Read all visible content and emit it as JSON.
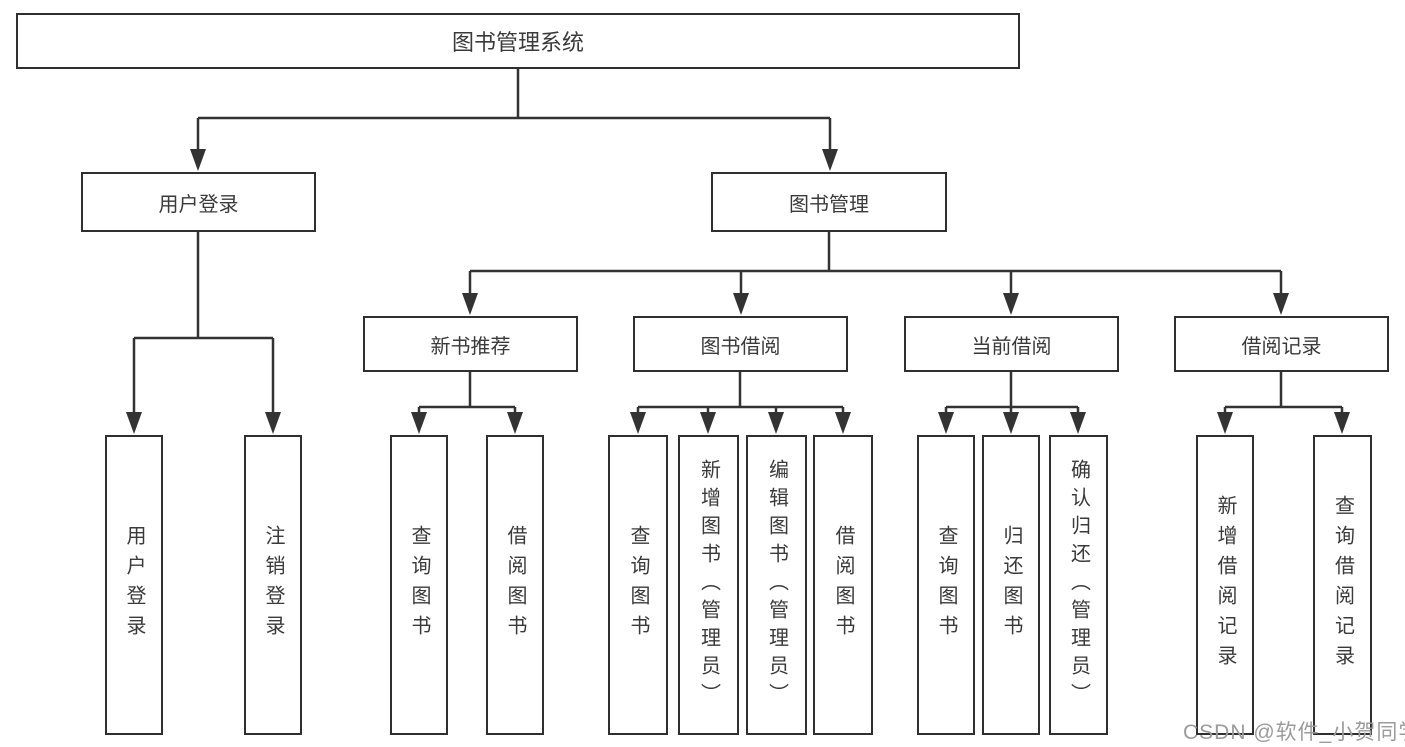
{
  "tree": {
    "root": {
      "label": "图书管理系统"
    },
    "branches": [
      {
        "label": "用户登录",
        "children": [
          {
            "label": "用户登录"
          },
          {
            "label": "注销登录"
          }
        ]
      },
      {
        "label": "图书管理",
        "children": [
          {
            "label": "新书推荐",
            "children": [
              {
                "label": "查询图书"
              },
              {
                "label": "借阅图书"
              }
            ]
          },
          {
            "label": "图书借阅",
            "children": [
              {
                "label": "查询图书"
              },
              {
                "label": "新增图书（管理员）"
              },
              {
                "label": "编辑图书（管理员）"
              },
              {
                "label": "借阅图书"
              }
            ]
          },
          {
            "label": "当前借阅",
            "children": [
              {
                "label": "查询图书"
              },
              {
                "label": "归还图书"
              },
              {
                "label": "确认归还（管理员）"
              }
            ]
          },
          {
            "label": "借阅记录",
            "children": [
              {
                "label": "新增借阅记录"
              },
              {
                "label": "查询借阅记录"
              }
            ]
          }
        ]
      }
    ]
  },
  "watermark": {
    "text": "CSDN @软件_小贺同学"
  },
  "colors": {
    "line": "#333333",
    "box_border": "#2f2f2f",
    "text": "#3a3a3a",
    "watermark": "#9b9b9b",
    "background": "#ffffff"
  }
}
